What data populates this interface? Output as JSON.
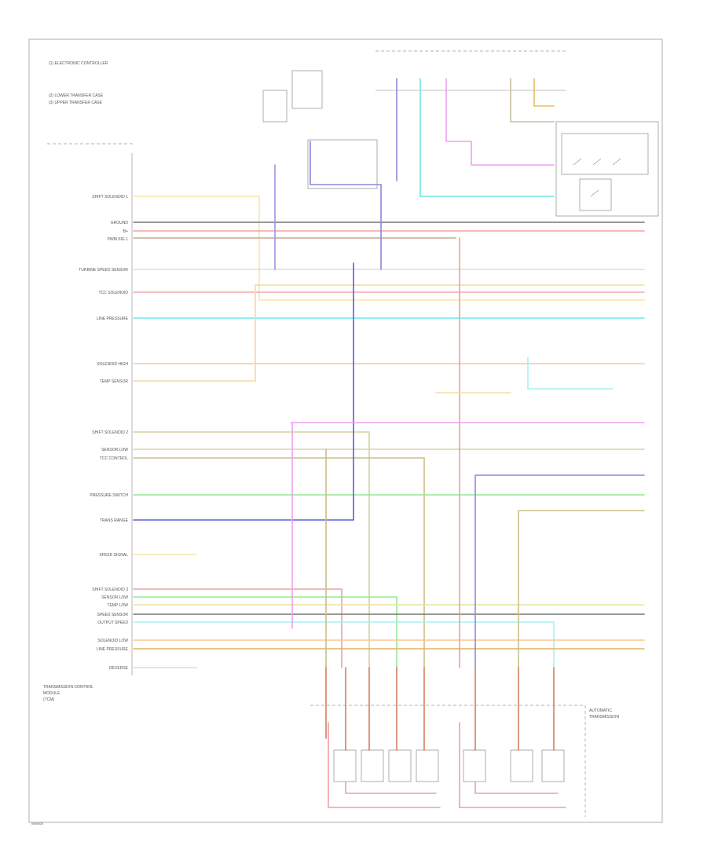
{
  "notes": {
    "legend": [
      "(1) ELECTRONIC CONTROLLER",
      "(2) LOWER TRANSFER CASE",
      "(3) UPPER TRANSFER CASE"
    ],
    "tcm_title": [
      "TRANSMISSION CONTROL",
      "MODULE",
      "(TCM)"
    ]
  },
  "left_pin_labels": [
    "SHIFT SOLENOID 1",
    "GROUND",
    "B+",
    "PWM SIG 1",
    "TURBINE SPEED SENSOR",
    "TCC SOLENOID",
    "LINE PRESSURE",
    "SOLENOID HIGH",
    "TEMP SENSOR",
    "SHIFT SOLENOID 2",
    "SENSOR LOW",
    "TCC CONTROL",
    "PRESSURE SWITCH",
    "TRANS RANGE",
    "SPEED SIGNAL",
    "SHIFT SOLENOID 3",
    "SENSOR LOW",
    "TEMP LOW",
    "SPEED SENSOR",
    "OUTPUT SPEED",
    "SOLENOID LOW",
    "LINE PRESSURE",
    "REVERSE"
  ],
  "bottom_right_label": [
    "AUTOMATIC",
    "TRANSMISSION"
  ],
  "footer_id": "W00000"
}
